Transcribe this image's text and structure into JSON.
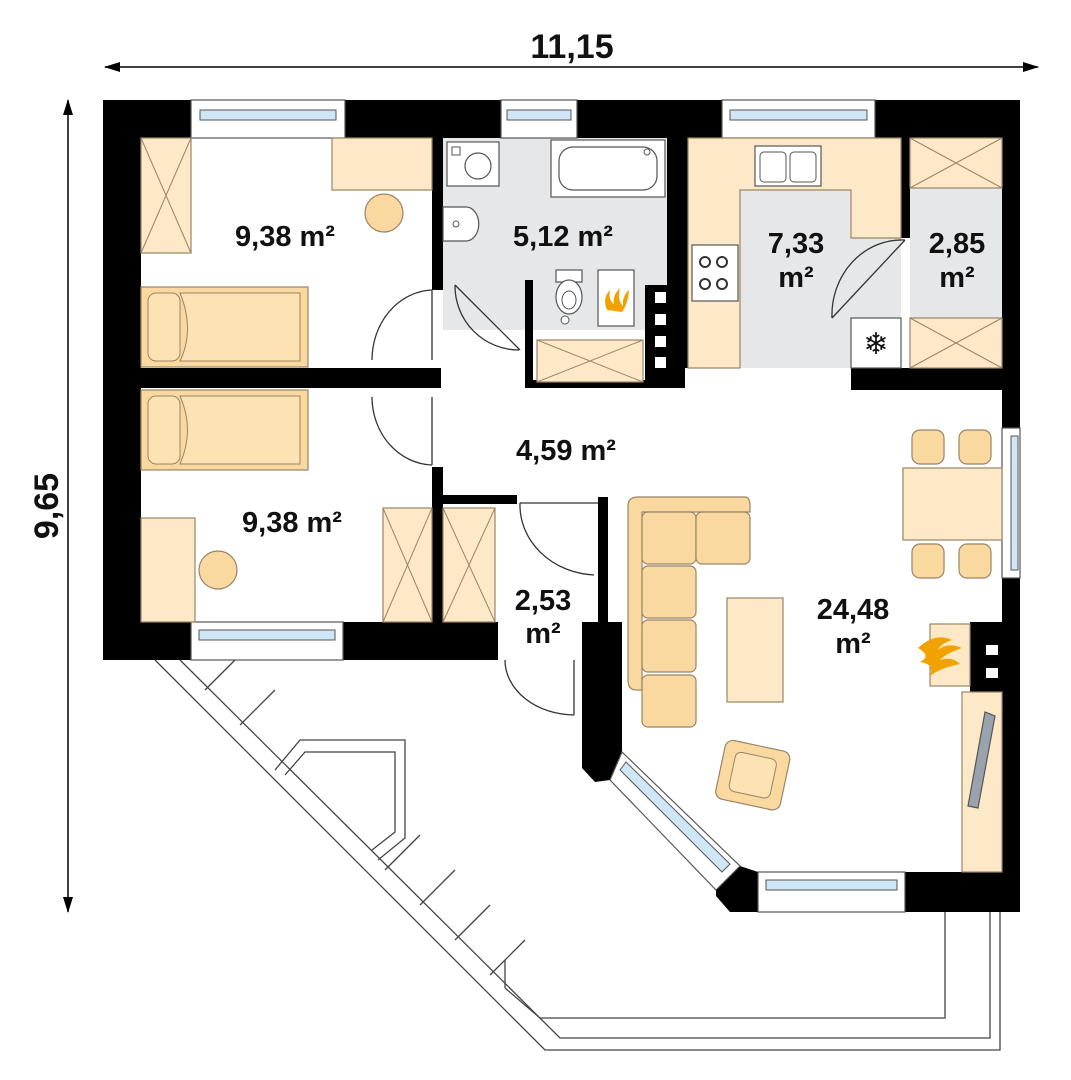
{
  "dimensions": {
    "width_label": "11,15",
    "height_label": "9,65"
  },
  "rooms": {
    "bedroom_1": {
      "area": "9,38 m²"
    },
    "bathroom": {
      "area": "5,12 m²"
    },
    "kitchen": {
      "area_line1": "7,33",
      "area_line2": "m²"
    },
    "pantry": {
      "area_line1": "2,85",
      "area_line2": "m²"
    },
    "bedroom_2": {
      "area": "9,38 m²"
    },
    "hall": {
      "area": "4,59 m²"
    },
    "vestibule": {
      "area_line1": "2,53",
      "area_line2": "m²"
    },
    "living_room": {
      "area_line1": "24,48",
      "area_line2": "m²"
    }
  },
  "colors": {
    "wall": "#000000",
    "furniture_fill": "#fde9c7",
    "furniture_stroke": "#9a8466",
    "upholstery_fill": "#fad9a0",
    "wet_room_floor": "#e6e7e8",
    "window_glass": "#cfe6f7",
    "flame": "#f2a200"
  },
  "icons": [
    "snowflake-icon",
    "flame-icon",
    "stove-icon",
    "sink-icon"
  ]
}
